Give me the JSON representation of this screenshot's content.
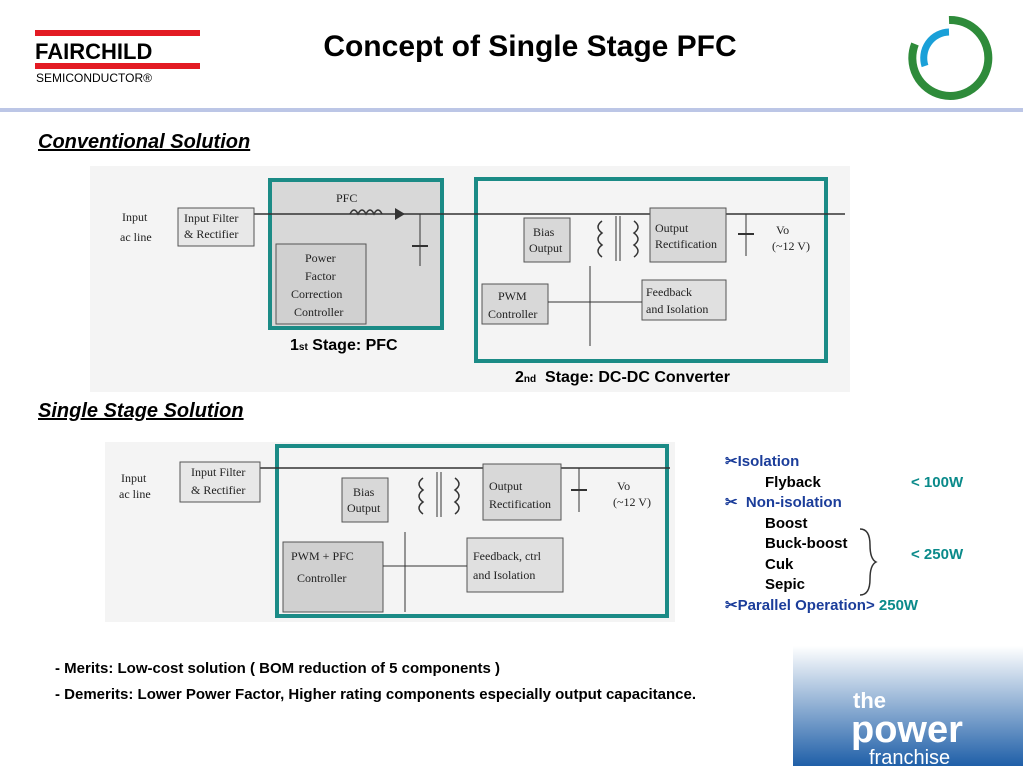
{
  "header": {
    "logo_main": "FAIRCHILD",
    "logo_sub": "SEMICONDUCTOR®",
    "title": "Concept of Single Stage PFC"
  },
  "conventional": {
    "heading": "Conventional Solution",
    "input_label_1": "Input",
    "input_label_2": "ac line",
    "filter_1": "Input Filter",
    "filter_2": "& Rectifier",
    "pfc_label": "PFC",
    "pfc_ctrl": [
      "Power",
      "Factor",
      "Correction",
      "Controller"
    ],
    "bias_1": "Bias",
    "bias_2": "Output",
    "out_rect_1": "Output",
    "out_rect_2": "Rectification",
    "vo_1": "Vo",
    "vo_2": "(~12 V)",
    "pwm_1": "PWM",
    "pwm_2": "Controller",
    "fb_1": "Feedback",
    "fb_2": "and Isolation",
    "stage1_num": "1",
    "stage1_sup": "st",
    "stage1_text": "Stage: PFC",
    "stage2_num": "2",
    "stage2_sup": "nd",
    "stage2_text": "Stage: DC-DC Converter"
  },
  "single": {
    "heading": "Single Stage Solution",
    "input_label_1": "Input",
    "input_label_2": "ac line",
    "filter_1": "Input Filter",
    "filter_2": "& Rectifier",
    "bias_1": "Bias",
    "bias_2": "Output",
    "out_rect_1": "Output",
    "out_rect_2": "Rectification",
    "vo_1": "Vo",
    "vo_2": "(~12 V)",
    "pwm_1": "PWM + PFC",
    "pwm_2": "Controller",
    "fb_1": "Feedback, ctrl",
    "fb_2": "and Isolation"
  },
  "bullets": {
    "isolation": "Isolation",
    "flyback": "Flyback",
    "flyback_val": "< 100W",
    "non_isolation": "Non-isolation",
    "boost": "Boost",
    "buck_boost": "Buck-boost",
    "cuk": "Cuk",
    "sepic": "Sepic",
    "non_iso_val": "< 250W",
    "parallel": "Parallel Operation>",
    "parallel_val": "250W"
  },
  "notes": {
    "merits": "Merits: Low-cost solution ( BOM reduction of 5 components )",
    "demerits": "Demerits: Lower Power Factor, Higher rating components especially output capacitance."
  },
  "footer": {
    "power_1": "the",
    "power_2": "power",
    "power_3": "franchise"
  },
  "colors": {
    "teal_frame": "#1b8b86",
    "rule": "#bcc6e6",
    "bullet_title": "#1b3d9a",
    "value_teal": "#0a8a8a"
  }
}
